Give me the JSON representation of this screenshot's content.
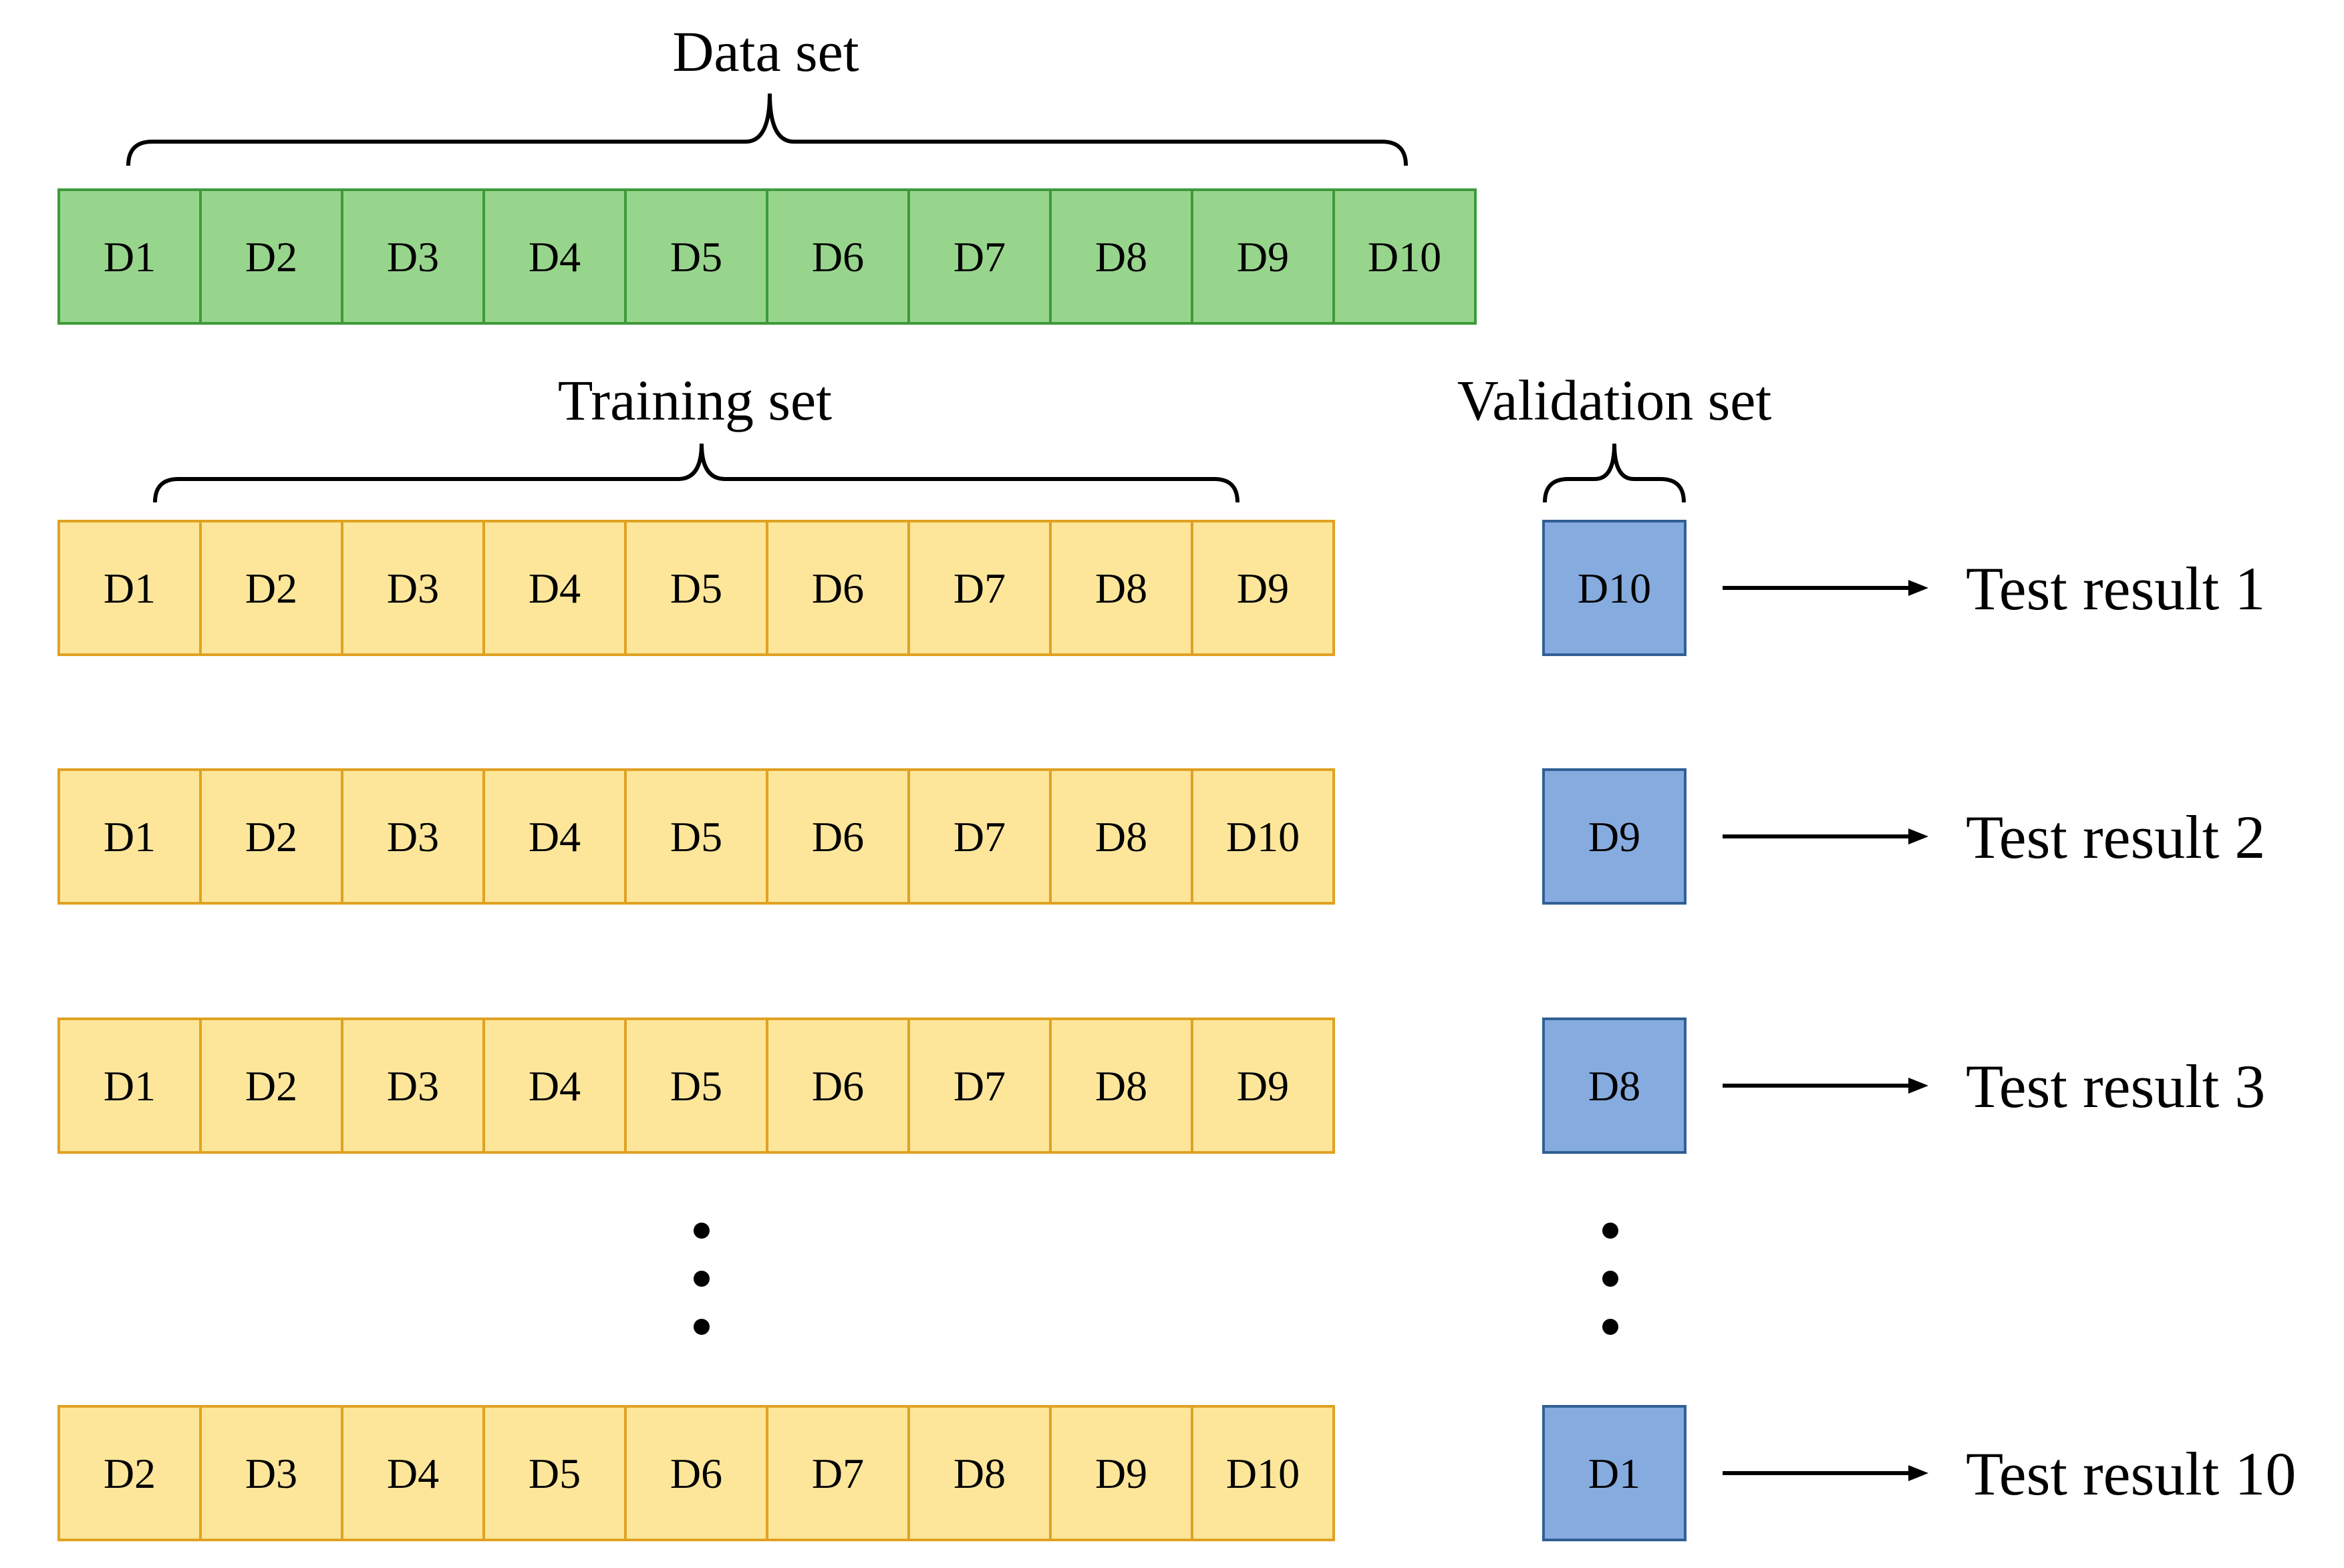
{
  "colors": {
    "data_fill": "#97d58c",
    "data_stroke": "#3d9a3a",
    "train_fill": "#fde69a",
    "train_stroke": "#e0a122",
    "val_fill": "#86abdf",
    "val_stroke": "#2f5f95",
    "ink": "#000000"
  },
  "data_set": {
    "title": "Data set",
    "cells": [
      "D1",
      "D2",
      "D3",
      "D4",
      "D5",
      "D6",
      "D7",
      "D8",
      "D9",
      "D10"
    ]
  },
  "training_label": "Training set",
  "validation_label": "Validation set",
  "folds": [
    {
      "train": [
        "D1",
        "D2",
        "D3",
        "D4",
        "D5",
        "D6",
        "D7",
        "D8",
        "D9"
      ],
      "val": "D10",
      "result": "Test result 1"
    },
    {
      "train": [
        "D1",
        "D2",
        "D3",
        "D4",
        "D5",
        "D6",
        "D7",
        "D8",
        "D10"
      ],
      "val": "D9",
      "result": "Test result 2"
    },
    {
      "train": [
        "D1",
        "D2",
        "D3",
        "D4",
        "D5",
        "D6",
        "D7",
        "D8",
        "D9"
      ],
      "val": "D8",
      "result": "Test result 3"
    },
    {
      "train": [
        "D2",
        "D3",
        "D4",
        "D5",
        "D6",
        "D7",
        "D8",
        "D9",
        "D10"
      ],
      "val": "D1",
      "result": "Test result 10"
    }
  ]
}
